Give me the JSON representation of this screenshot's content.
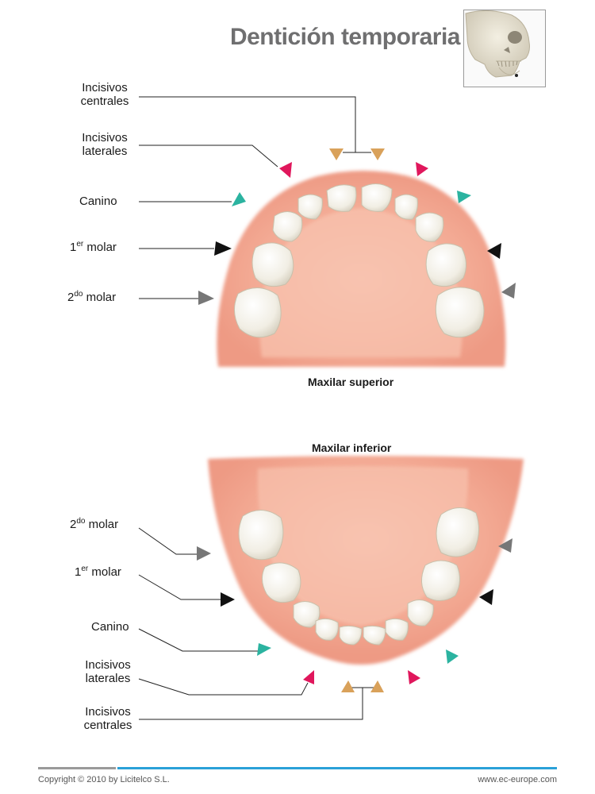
{
  "title": "Dentición temporaria",
  "upper": {
    "caption": "Maxilar superior",
    "labels": {
      "central_1": "Incisivos",
      "central_2": "centrales",
      "lateral_1": "Incisivos",
      "lateral_2": "laterales",
      "canine": "Canino",
      "m1_num": "1",
      "m1_sup": "er",
      "m1_word": "molar",
      "m2_num": "2",
      "m2_sup": "do",
      "m2_word": "molar"
    }
  },
  "lower": {
    "caption": "Maxilar inferior",
    "labels": {
      "m2_num": "2",
      "m2_sup": "do",
      "m2_word": "molar",
      "m1_num": "1",
      "m1_sup": "er",
      "m1_word": "molar",
      "canine": "Canino",
      "lateral_1": "Incisivos",
      "lateral_2": "laterales",
      "central_1": "Incisivos",
      "central_2": "centrales"
    }
  },
  "footer": {
    "copyright": "Copyright © 2010 by Licitelco S.L.",
    "website": "www.ec-europe.com"
  },
  "colors": {
    "central": "#d9a15a",
    "lateral": "#e0175c",
    "canine": "#2bb3a0",
    "molar1": "#111111",
    "molar2": "#777777",
    "gum": "#f2a792",
    "palate": "#f7bca8",
    "tooth": "#f4f1e8"
  }
}
